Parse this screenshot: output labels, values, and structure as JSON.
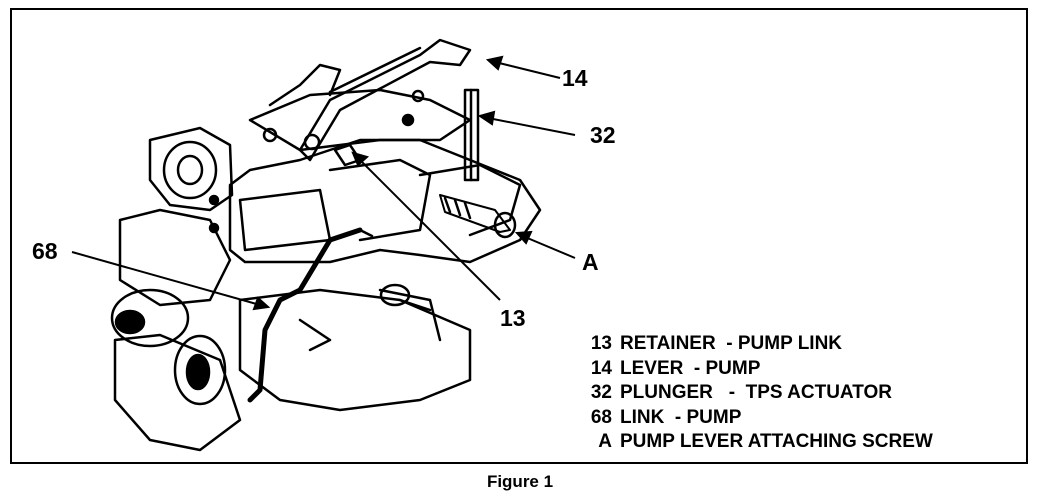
{
  "callouts": {
    "c14": "14",
    "c32": "32",
    "cA": "A",
    "c68": "68",
    "c13": "13"
  },
  "legend": [
    {
      "num": "13",
      "text": "RETAINER  - PUMP LINK"
    },
    {
      "num": "14",
      "text": "LEVER  - PUMP"
    },
    {
      "num": "32",
      "text": "PLUNGER   -  TPS ACTUATOR"
    },
    {
      "num": "68",
      "text": "LINK  - PUMP"
    },
    {
      "num": "A",
      "text": "PUMP LEVER ATTACHING SCREW"
    }
  ],
  "caption": "Figure 1"
}
